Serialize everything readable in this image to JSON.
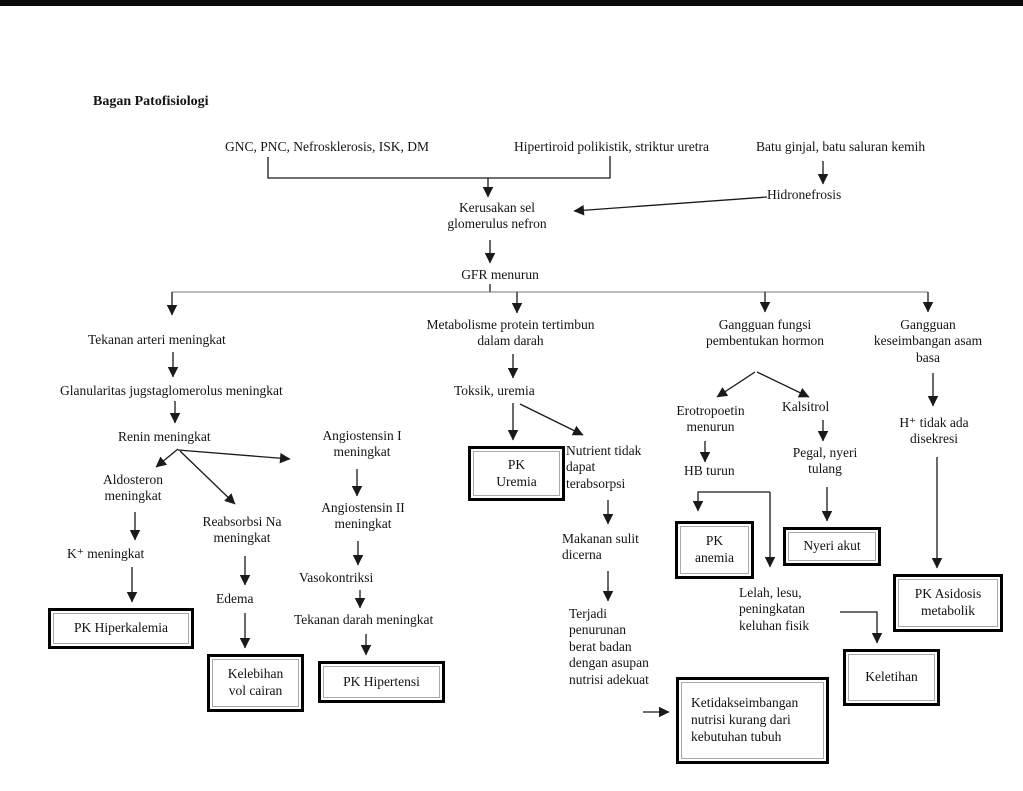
{
  "page": {
    "title": "Bagan Patofisiologi"
  },
  "colors": {
    "background": "#ffffff",
    "text": "#141414",
    "line": "#1a1a1a",
    "branch_line": "#7a7a7a",
    "box_border": "#000000",
    "box_inner_border": "#a9a9a9"
  },
  "nodes": {
    "causes1": "GNC, PNC, Nefrosklerosis, ISK, DM",
    "causes2": "Hipertiroid polikistik, striktur uretra",
    "causes3": "Batu ginjal, batu saluran kemih",
    "hidronefrosis": "Hidronefrosis",
    "kerusakan": "Kerusakan sel\nglomerulus nefron",
    "gfr": "GFR menurun",
    "tekanan_arteri": "Tekanan arteri meningkat",
    "glanularitas": "Glanularitas jugstaglomerolus meningkat",
    "renin": "Renin meningkat",
    "angiostensin1": "Angiostensin I\nmeningkat",
    "aldosteron": "Aldosteron\nmeningkat",
    "reabsorbsi": "Reabsorbsi Na\nmeningkat",
    "angiostensin2": "Angiostensin II\nmeningkat",
    "k_meningkat": "K⁺ meningkat",
    "edema": "Edema",
    "vasokontriksi": "Vasokontriksi",
    "tekanan_darah": "Tekanan darah meningkat",
    "metabolisme": "Metabolisme protein tertimbun\ndalam darah",
    "toksik": "Toksik, uremia",
    "nutrient": "Nutrient tidak\ndapat\nterabsorpsi",
    "makanan": "Makanan sulit\ndicerna",
    "terjadi": "Terjadi\npenurunan\nberat badan\ndengan asupan\nnutrisi adekuat",
    "gangguan_hormon": "Gangguan fungsi\npembentukan hormon",
    "erotropoetin": "Erotropoetin\nmenurun",
    "kalsitrol": "Kalsitrol",
    "hb_turun": "HB turun",
    "pegal": "Pegal, nyeri\ntulang",
    "lelah": "Lelah, lesu,\npeningkatan\nkeluhan fisik",
    "gangguan_asam": "Gangguan\nkeseimbangan asam\nbasa",
    "h_tidak": "H⁺ tidak ada\ndisekresi"
  },
  "boxes": {
    "pk_uremia": "PK\nUremia",
    "pk_hiperkalemia": "PK Hiperkalemia",
    "kelebihan": "Kelebihan\nvol cairan",
    "pk_hipertensi": "PK Hipertensi",
    "pk_anemia": "PK\nanemia",
    "nyeri_akut": "Nyeri akut",
    "pk_asidosis": "PK Asidosis\nmetabolik",
    "keletihan": "Keletihan",
    "ketidakseimbangan": "Ketidakseimbangan\nnutrisi kurang dari\nkebutuhan tubuh"
  },
  "edges": [
    [
      "causes1",
      "kerusakan"
    ],
    [
      "causes2",
      "kerusakan"
    ],
    [
      "causes3",
      "hidronefrosis"
    ],
    [
      "hidronefrosis",
      "kerusakan"
    ],
    [
      "kerusakan",
      "gfr"
    ],
    [
      "gfr",
      "tekanan_arteri"
    ],
    [
      "gfr",
      "metabolisme"
    ],
    [
      "gfr",
      "gangguan_hormon"
    ],
    [
      "gfr",
      "gangguan_asam"
    ],
    [
      "tekanan_arteri",
      "glanularitas"
    ],
    [
      "glanularitas",
      "renin"
    ],
    [
      "renin",
      "aldosteron"
    ],
    [
      "renin",
      "reabsorbsi"
    ],
    [
      "renin",
      "angiostensin1"
    ],
    [
      "aldosteron",
      "k_meningkat"
    ],
    [
      "k_meningkat",
      "pk_hiperkalemia"
    ],
    [
      "reabsorbsi",
      "edema"
    ],
    [
      "edema",
      "kelebihan"
    ],
    [
      "angiostensin1",
      "angiostensin2"
    ],
    [
      "angiostensin2",
      "vasokontriksi"
    ],
    [
      "vasokontriksi",
      "tekanan_darah"
    ],
    [
      "tekanan_darah",
      "pk_hipertensi"
    ],
    [
      "metabolisme",
      "toksik"
    ],
    [
      "toksik",
      "pk_uremia"
    ],
    [
      "toksik",
      "nutrient"
    ],
    [
      "nutrient",
      "makanan"
    ],
    [
      "makanan",
      "terjadi"
    ],
    [
      "terjadi",
      "ketidakseimbangan"
    ],
    [
      "gangguan_hormon",
      "erotropoetin"
    ],
    [
      "gangguan_hormon",
      "kalsitrol"
    ],
    [
      "erotropoetin",
      "hb_turun"
    ],
    [
      "hb_turun",
      "pk_anemia"
    ],
    [
      "hb_turun",
      "lelah"
    ],
    [
      "kalsitrol",
      "pegal"
    ],
    [
      "pegal",
      "nyeri_akut"
    ],
    [
      "lelah",
      "keletihan"
    ],
    [
      "gangguan_asam",
      "h_tidak"
    ],
    [
      "h_tidak",
      "pk_asidosis"
    ]
  ]
}
